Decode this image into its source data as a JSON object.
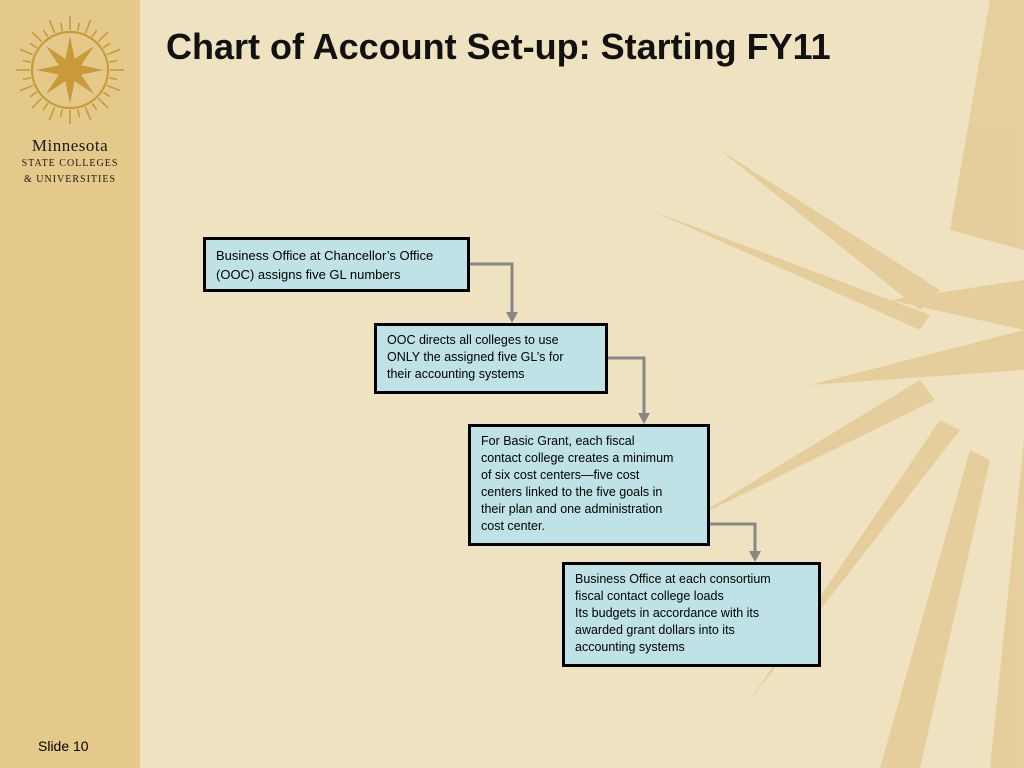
{
  "title": "Chart of Account Set-up: Starting FY11",
  "logo": {
    "line1": "Minnesota",
    "line2": "STATE COLLEGES",
    "line3": "& UNIVERSITIES",
    "icon": "star-burst-icon"
  },
  "flow": [
    {
      "text": [
        "Business Office at Chancellor’s Office",
        "(OOC) assigns five GL numbers"
      ]
    },
    {
      "text": [
        "OOC directs all colleges to use",
        "ONLY the assigned five GL’s for",
        "their accounting systems"
      ]
    },
    {
      "text": [
        "For Basic Grant, each fiscal",
        "contact college creates a minimum",
        "of six cost centers—five cost",
        "centers linked to the five goals in",
        "their plan and one administration",
        "cost center."
      ]
    },
    {
      "text": [
        "Business Office at each consortium",
        "fiscal contact college loads",
        "Its budgets in accordance with its",
        "awarded grant dollars into its",
        "accounting systems"
      ]
    }
  ],
  "slide_number": "Slide 10",
  "colors": {
    "background": "#efe2c1",
    "sidebar": "#e5c98a",
    "box_fill": "#bfe2e6",
    "connector": "#888888",
    "logo_star": "#c89a3a"
  }
}
